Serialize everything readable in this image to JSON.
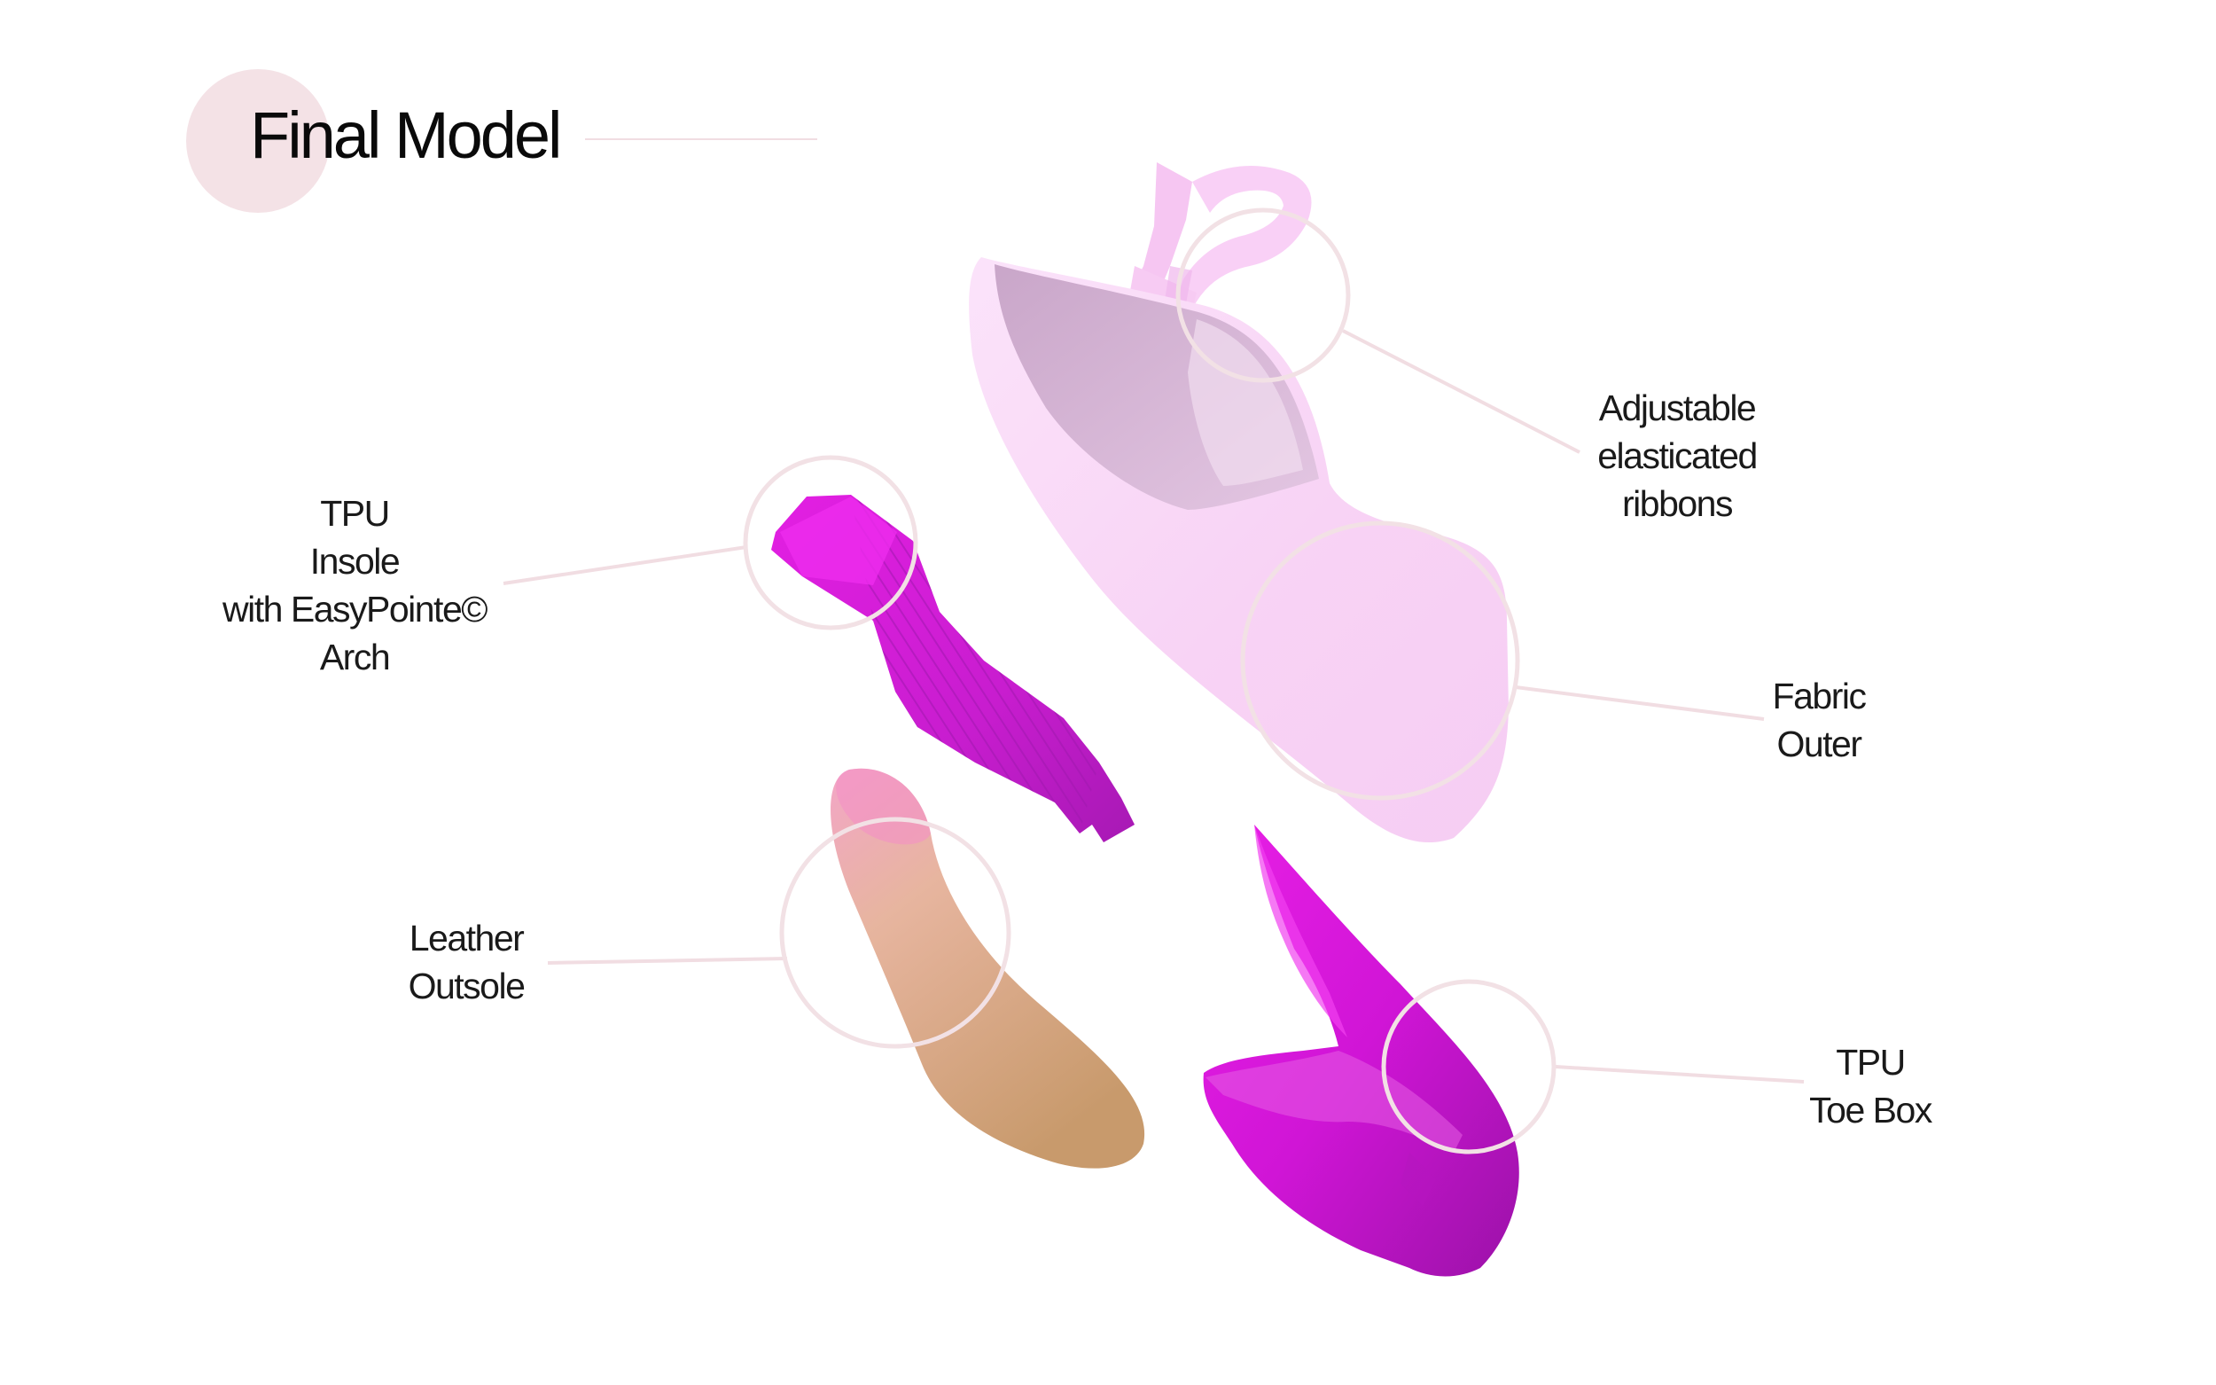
{
  "title": "Final Model",
  "colors": {
    "title_accent": "#f4e2e6",
    "leader_line": "#f1dde2",
    "circle_stroke": "#f2e1e5",
    "fabric_outer": "#fbd9f8",
    "ribbons": "#f8c8f3",
    "tpu_magenta": "#e619e6",
    "leather": "#d2a67c"
  },
  "callouts": {
    "ribbons": [
      "Adjustable",
      "elasticated",
      "ribbons"
    ],
    "insole": [
      "TPU",
      "Insole",
      "with EasyPointe©",
      "Arch"
    ],
    "outer": [
      "Fabric",
      "Outer"
    ],
    "outsole": [
      "Leather",
      "Outsole"
    ],
    "toebox": [
      "TPU",
      "Toe Box"
    ]
  }
}
